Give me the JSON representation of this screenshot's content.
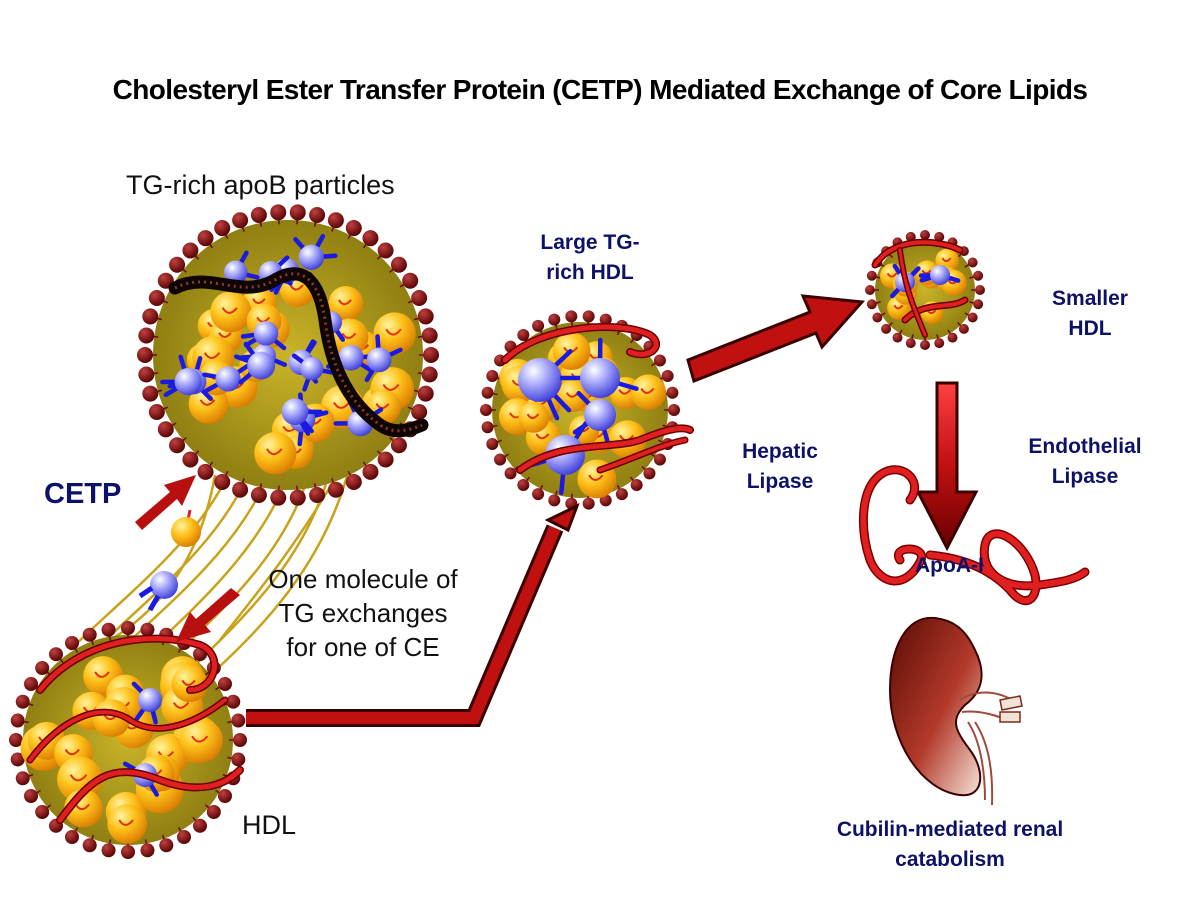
{
  "title": "Cholesteryl Ester Transfer Protein (CETP) Mediated Exchange of Core Lipids",
  "labels": {
    "tg_rich_apob": "TG-rich apoB particles",
    "cetp": "CETP",
    "exchange_line1": "One molecule of",
    "exchange_line2": "TG exchanges",
    "exchange_line3": "for one of CE",
    "hdl": "HDL",
    "large_tg_hdl_line1": "Large TG-",
    "large_tg_hdl_line2": "rich HDL",
    "smaller_hdl_line1": "Smaller",
    "smaller_hdl_line2": "HDL",
    "hepatic_lipase_line1": "Hepatic",
    "hepatic_lipase_line2": "Lipase",
    "endothelial_lipase_line1": "Endothelial",
    "endothelial_lipase_line2": "Lipase",
    "apoa1": "ApoA-I",
    "renal_line1": "Cubilin-mediated renal",
    "renal_line2": "catabolism"
  },
  "colors": {
    "arrow_dark_red": "#a80a0a",
    "arrow_bright_red": "#e01515",
    "lipid_orange": "#f6a800",
    "lipid_yellow": "#ffd84a",
    "cholesteryl_blue": "#4040e8",
    "headgroup_maroon": "#7a0f0f",
    "apob_black": "#1a0a0a",
    "kidney_brown": "#8a1a10",
    "navy_text": "#0d1268"
  }
}
